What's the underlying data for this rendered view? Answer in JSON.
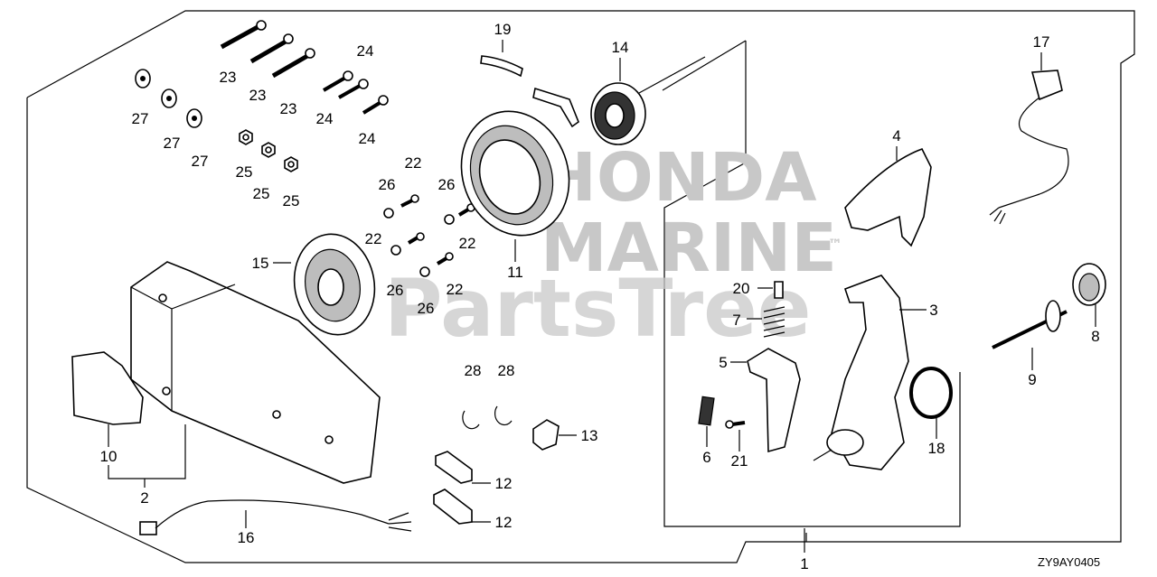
{
  "diagram": {
    "code": "ZY9AY0405",
    "watermark": {
      "brand": "HONDA",
      "sub": "MARINE",
      "tm": "™",
      "site": "PartsTree"
    },
    "callouts": [
      {
        "id": "c19",
        "text": "19"
      },
      {
        "id": "c14",
        "text": "14"
      },
      {
        "id": "c17",
        "text": "17"
      },
      {
        "id": "c23a",
        "text": "23"
      },
      {
        "id": "c23b",
        "text": "23"
      },
      {
        "id": "c23c",
        "text": "23"
      },
      {
        "id": "c24a",
        "text": "24"
      },
      {
        "id": "c24b",
        "text": "24"
      },
      {
        "id": "c24c",
        "text": "24"
      },
      {
        "id": "c27a",
        "text": "27"
      },
      {
        "id": "c27b",
        "text": "27"
      },
      {
        "id": "c27c",
        "text": "27"
      },
      {
        "id": "c25a",
        "text": "25"
      },
      {
        "id": "c25b",
        "text": "25"
      },
      {
        "id": "c25c",
        "text": "25"
      },
      {
        "id": "c26a",
        "text": "26"
      },
      {
        "id": "c26b",
        "text": "26"
      },
      {
        "id": "c26c",
        "text": "26"
      },
      {
        "id": "c26d",
        "text": "26"
      },
      {
        "id": "c22a",
        "text": "22"
      },
      {
        "id": "c22b",
        "text": "22"
      },
      {
        "id": "c22c",
        "text": "22"
      },
      {
        "id": "c22d",
        "text": "22"
      },
      {
        "id": "c15",
        "text": "15"
      },
      {
        "id": "c11",
        "text": "11"
      },
      {
        "id": "c4",
        "text": "4"
      },
      {
        "id": "c20",
        "text": "20"
      },
      {
        "id": "c7",
        "text": "7"
      },
      {
        "id": "c3",
        "text": "3"
      },
      {
        "id": "c5",
        "text": "5"
      },
      {
        "id": "c8",
        "text": "8"
      },
      {
        "id": "c9",
        "text": "9"
      },
      {
        "id": "c18",
        "text": "18"
      },
      {
        "id": "c6",
        "text": "6"
      },
      {
        "id": "c21",
        "text": "21"
      },
      {
        "id": "c28a",
        "text": "28"
      },
      {
        "id": "c28b",
        "text": "28"
      },
      {
        "id": "c13",
        "text": "13"
      },
      {
        "id": "c12a",
        "text": "12"
      },
      {
        "id": "c12b",
        "text": "12"
      },
      {
        "id": "c10",
        "text": "10"
      },
      {
        "id": "c2",
        "text": "2"
      },
      {
        "id": "c16",
        "text": "16"
      },
      {
        "id": "c1",
        "text": "1"
      }
    ]
  }
}
